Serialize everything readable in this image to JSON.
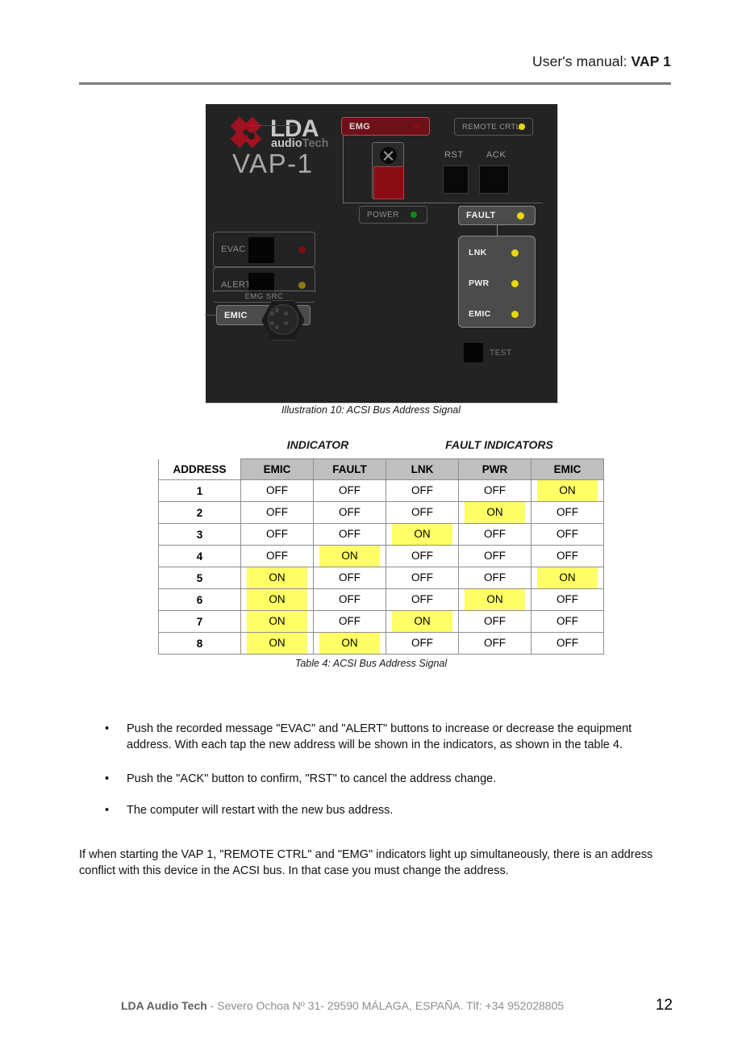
{
  "header": {
    "prefix": "User's manual: ",
    "title": "VAP 1"
  },
  "illustration": {
    "caption": "Illustration 10: ACSI Bus Address Signal",
    "device": {
      "brand_word": "LDA",
      "brand_sub_1": "audio",
      "brand_sub_2": "Tech",
      "model": "VAP-1",
      "emg_label": "EMG",
      "remote_label": "REMOTE CRTL",
      "rst_label": "RST",
      "ack_label": "ACK",
      "power_label": "POWER",
      "evac_label": "EVAC",
      "alert_label": "ALERT",
      "emg_src_label": "EMG SRC",
      "emic_label": "EMIC",
      "fault_label": "FAULT",
      "fault_items": [
        "LNK",
        "PWR",
        "EMIC"
      ],
      "test_label": "TEST"
    }
  },
  "table": {
    "caption": "Table 4: ACSI Bus Address Signal",
    "group_labels": {
      "indicator": "INDICATOR",
      "fault_indicators": "FAULT INDICATORS"
    },
    "headers": [
      "ADDRESS",
      "EMIC",
      "FAULT",
      "LNK",
      "PWR",
      "EMIC"
    ],
    "rows": [
      {
        "address": "1",
        "cells": [
          "OFF",
          "OFF",
          "OFF",
          "OFF",
          "ON"
        ]
      },
      {
        "address": "2",
        "cells": [
          "OFF",
          "OFF",
          "OFF",
          "ON",
          "OFF"
        ]
      },
      {
        "address": "3",
        "cells": [
          "OFF",
          "OFF",
          "ON",
          "OFF",
          "OFF"
        ]
      },
      {
        "address": "4",
        "cells": [
          "OFF",
          "ON",
          "OFF",
          "OFF",
          "OFF"
        ]
      },
      {
        "address": "5",
        "cells": [
          "ON",
          "OFF",
          "OFF",
          "OFF",
          "ON"
        ]
      },
      {
        "address": "6",
        "cells": [
          "ON",
          "OFF",
          "OFF",
          "ON",
          "OFF"
        ]
      },
      {
        "address": "7",
        "cells": [
          "ON",
          "OFF",
          "ON",
          "OFF",
          "OFF"
        ]
      },
      {
        "address": "8",
        "cells": [
          "ON",
          "ON",
          "OFF",
          "OFF",
          "OFF"
        ]
      }
    ],
    "on_value": "ON",
    "highlight_color": "#ffff66"
  },
  "body": {
    "bullet_marker": "•",
    "bullets": [
      "Push the recorded message \"EVAC\" and \"ALERT\" buttons to increase or decrease the equipment address. With each tap the new address will be shown in the indicators, as shown in the table 4.",
      "Push the \"ACK\" button to confirm, \"RST\" to cancel the address change.",
      "The computer will restart with the new bus address."
    ],
    "closing": "If when starting the VAP 1, \"REMOTE CTRL\" and \"EMG\" indicators light up simultaneously, there is an address conflict with this device in the ACSI bus. In that case you must change the address."
  },
  "footer": {
    "company": "LDA Audio Tech",
    "address": " - Severo Ochoa Nº 31- 29590 MÁLAGA, ESPAÑA. Tlf: +34 952028805",
    "page_number": "12"
  }
}
